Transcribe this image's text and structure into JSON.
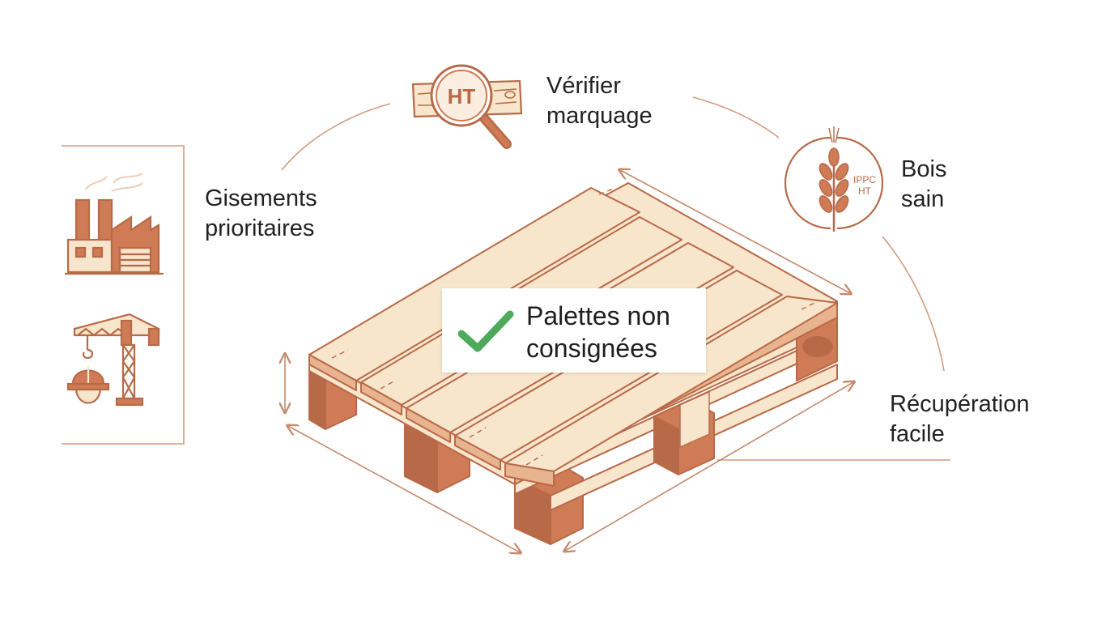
{
  "colors": {
    "accent": "#b86a48",
    "wood_light": "#f7e5cc",
    "wood_side": "#cf7b55",
    "wood_dark": "#b86a48",
    "check": "#4caa5a",
    "text": "#222222"
  },
  "labels": {
    "gisements": [
      "Gisements",
      "prioritaires"
    ],
    "verifier": [
      "Vérifier",
      "marquage"
    ],
    "bois": [
      "Bois",
      "sain"
    ],
    "recuperation": [
      "Récupération",
      "facile"
    ]
  },
  "callout": {
    "lines": [
      "Palettes non",
      "consignées"
    ],
    "icon": "checkmark-icon"
  },
  "marking_icon": {
    "stamp": "HT",
    "icon": "magnifier-icon"
  },
  "healthy_wood_icon": {
    "stamp_lines": [
      "IPPC",
      "HT"
    ],
    "icon": "wheat-icon"
  },
  "sources_icons": [
    "factory-icon",
    "crane-icon",
    "hard-hat-icon"
  ]
}
